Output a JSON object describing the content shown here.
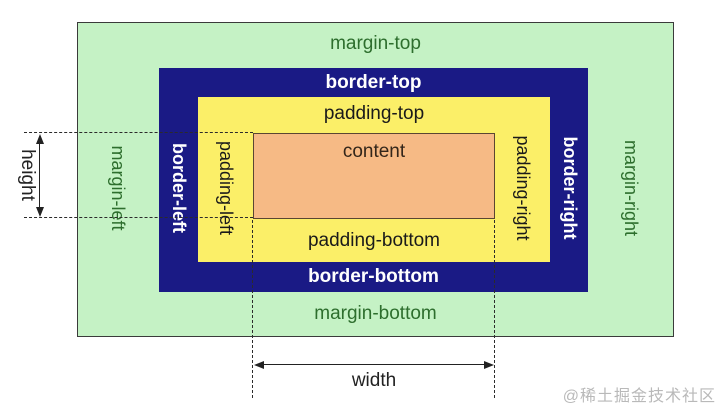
{
  "diagram": {
    "margin": {
      "top": "margin-top",
      "bottom": "margin-bottom",
      "left": "margin-left",
      "right": "margin-right"
    },
    "border": {
      "top": "border-top",
      "bottom": "border-bottom",
      "left": "border-left",
      "right": "border-right"
    },
    "padding": {
      "top": "padding-top",
      "bottom": "padding-bottom",
      "left": "padding-left",
      "right": "padding-right"
    },
    "content_label": "content",
    "dimensions": {
      "height": "height",
      "width": "width"
    },
    "watermark": "@稀土掘金技术社区",
    "colors": {
      "margin_fill": "#c5f2c5",
      "margin_text": "#2d6e2d",
      "border_fill": "#1a1a85",
      "border_text": "#ffffff",
      "padding_fill": "#fbef68",
      "padding_text": "#1a1a1a",
      "content_fill": "#f6ba85",
      "content_text": "#33261a",
      "dimension_line": "#222222",
      "watermark_text": "#b9b9b9"
    }
  }
}
